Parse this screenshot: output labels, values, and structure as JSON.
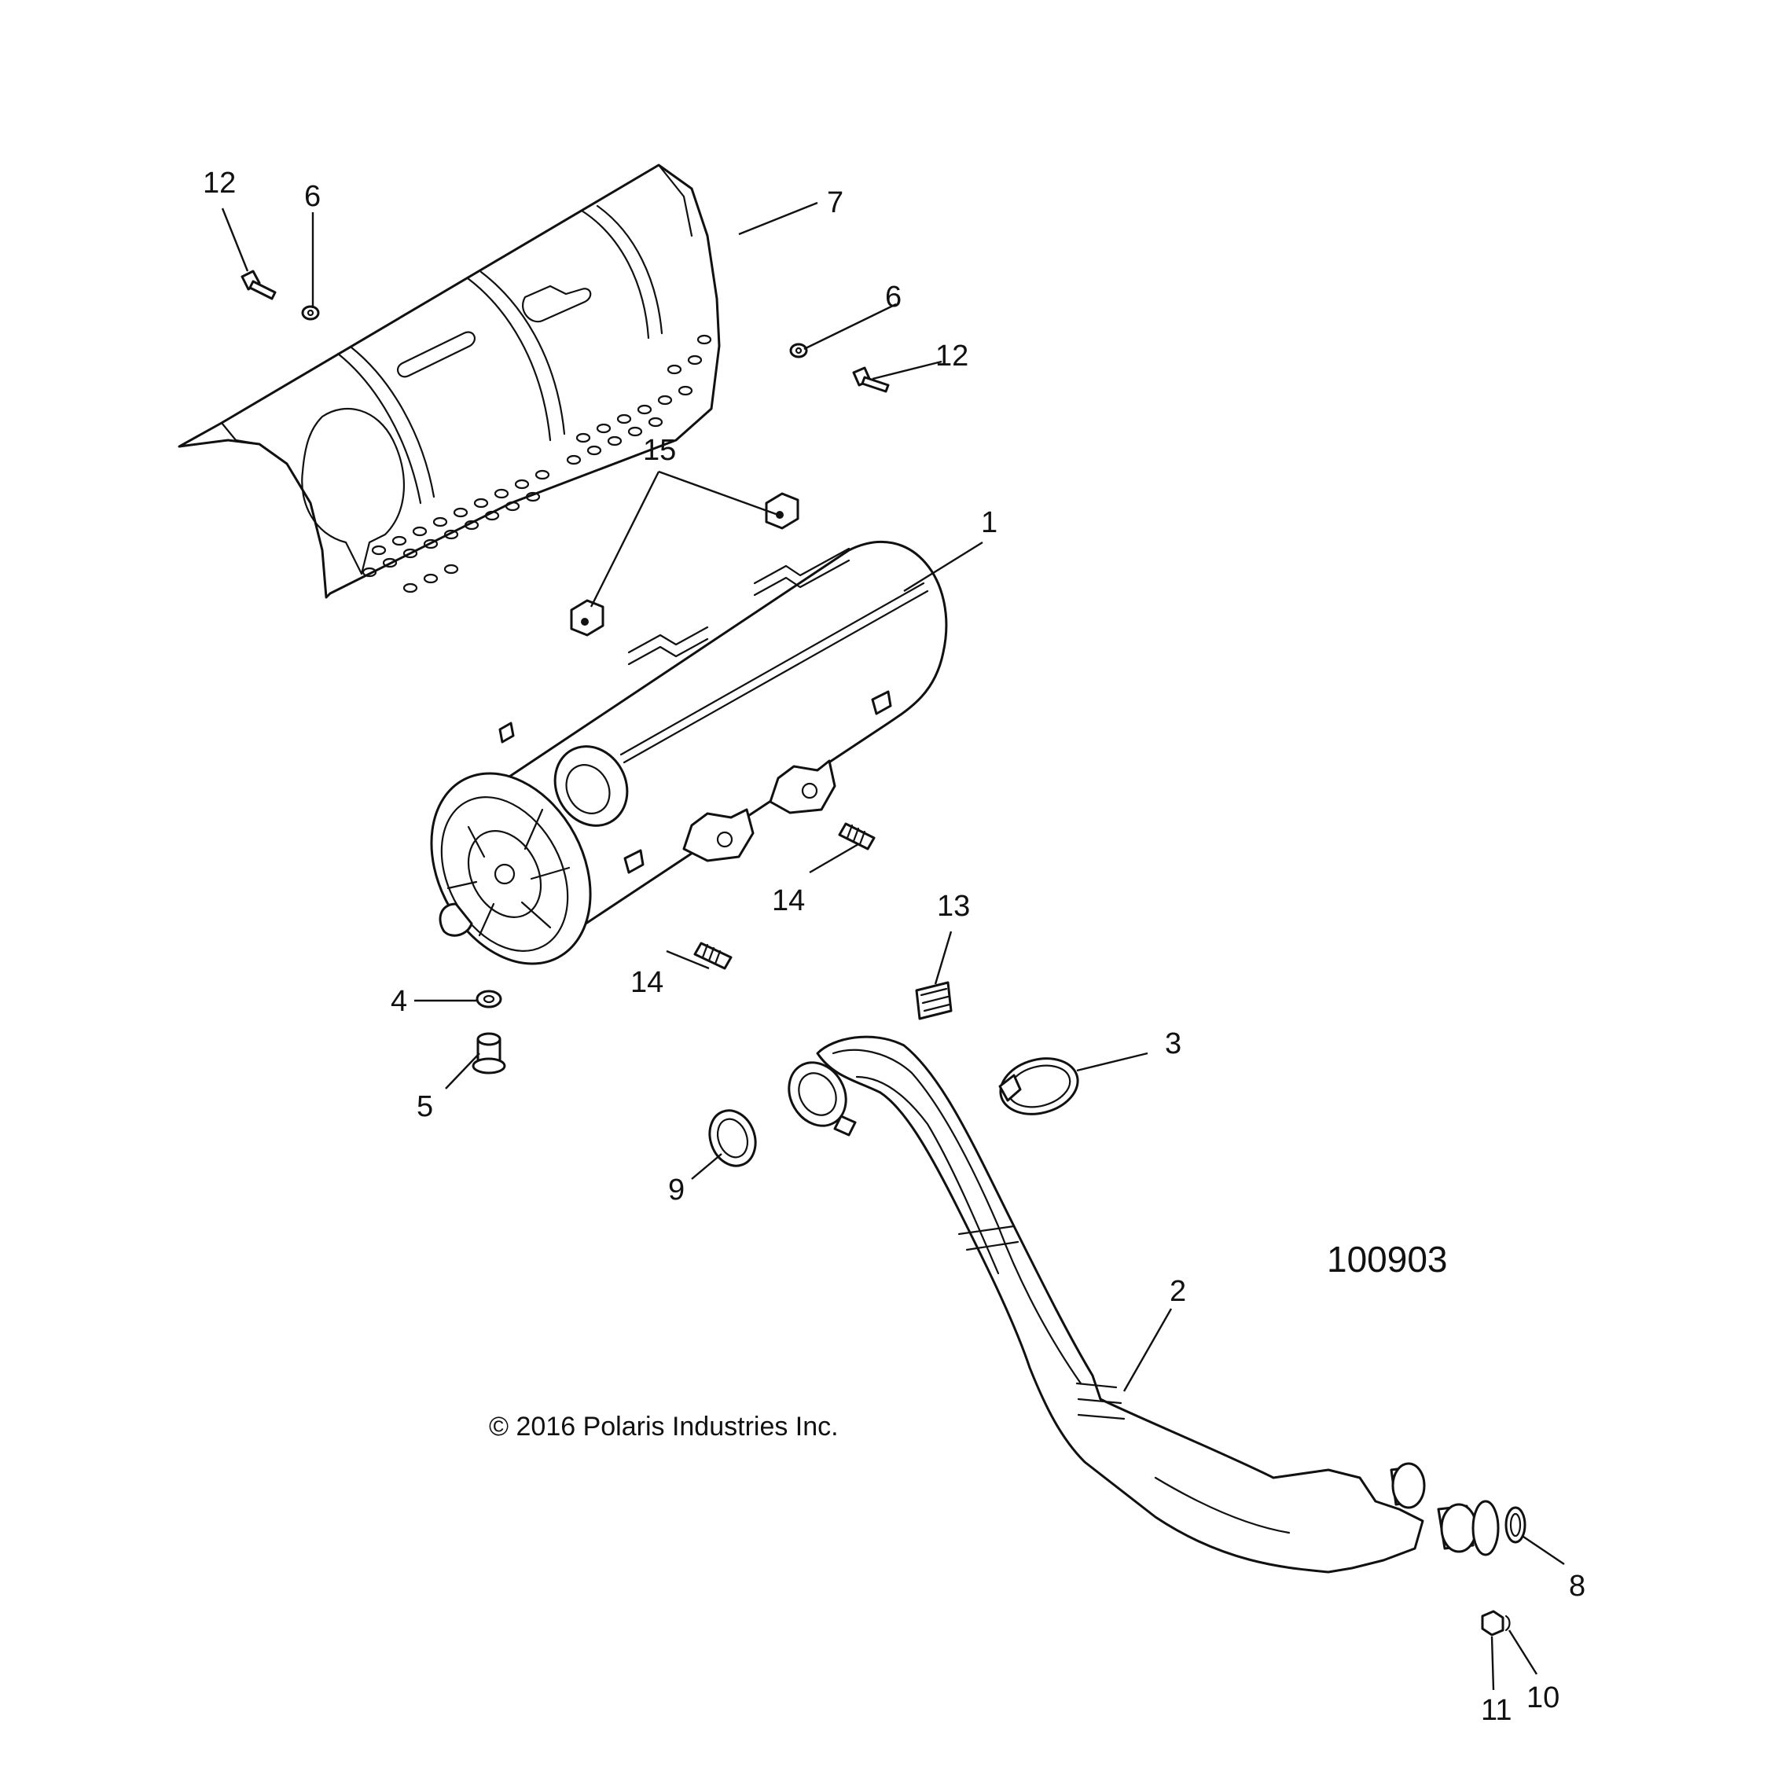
{
  "diagram_id": "100903",
  "copyright": "© 2016 Polaris Industries Inc.",
  "callouts": {
    "c1": "1",
    "c2": "2",
    "c3": "3",
    "c4": "4",
    "c5": "5",
    "c6a": "6",
    "c6b": "6",
    "c7": "7",
    "c8": "8",
    "c9": "9",
    "c10": "10",
    "c11": "11",
    "c12a": "12",
    "c12b": "12",
    "c13": "13",
    "c14a": "14",
    "c14b": "14",
    "c15": "15"
  }
}
